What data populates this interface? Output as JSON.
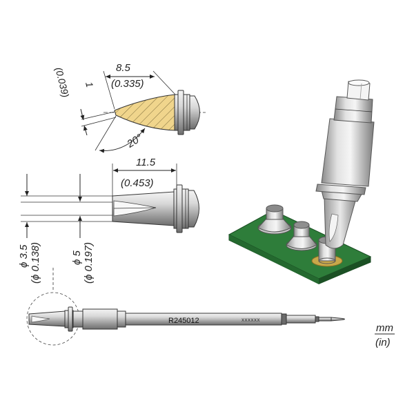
{
  "dimensions": {
    "tip_length_mm": "8.5",
    "tip_length_in": "(0.335)",
    "tip_thickness_mm": "1",
    "tip_thickness_in": "(0.039)",
    "tip_angle": "20°",
    "shank_length_mm": "11.5",
    "shank_length_in": "(0.453)",
    "inner_diameter_mm": "ϕ 3.5",
    "inner_diameter_in": "(ϕ 0.138)",
    "outer_diameter_mm": "ϕ 5",
    "outer_diameter_in": "(ϕ 0.197)"
  },
  "product": {
    "part_number": "R245012",
    "serial": "xxxxxx"
  },
  "units": {
    "primary": "mm",
    "secondary": "(in)"
  },
  "colors": {
    "pcb_green": "#2e7d3a",
    "pcb_dark": "#1d5a28",
    "solder_gold": "#c9a84a",
    "hatch_fill": "#f0d58c",
    "metal_light": "#e6e6e6",
    "metal_mid": "#b8b8b8",
    "metal_dark": "#7a7a7a"
  }
}
